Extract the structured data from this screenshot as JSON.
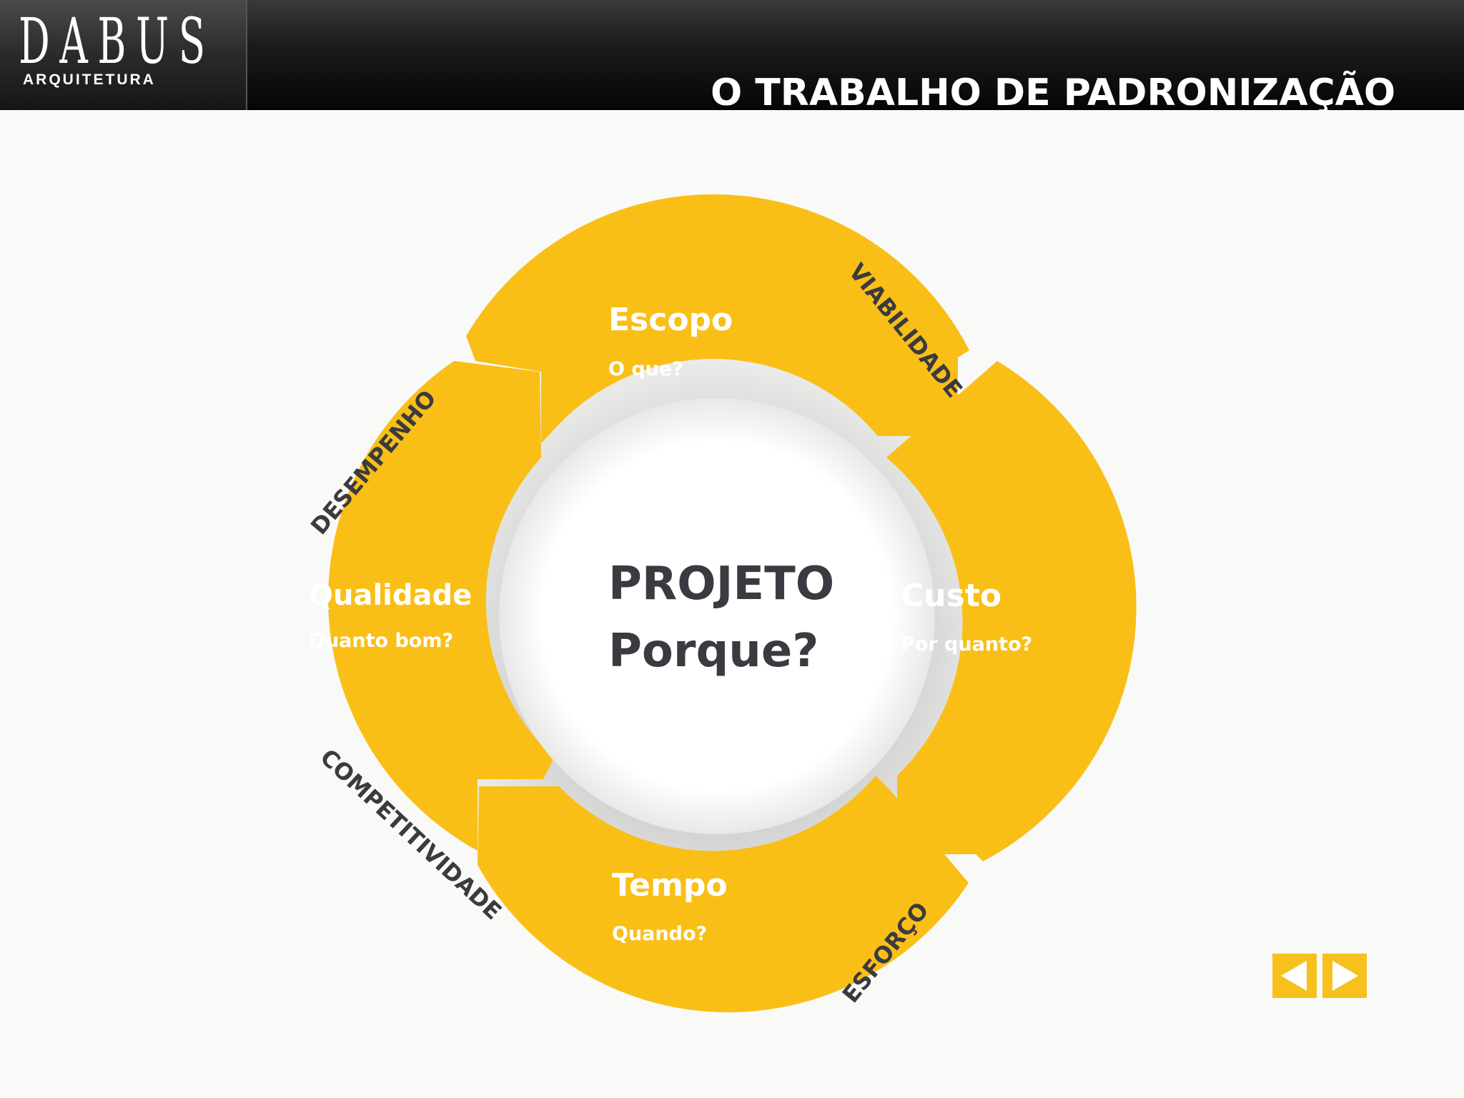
{
  "brand": {
    "name": "DABUS",
    "tagline": "ARQUITETURA"
  },
  "header": {
    "title": "O TRABALHO DE PADRONIZAÇÃO"
  },
  "diagram": {
    "center": {
      "line1": "PROJETO",
      "line2": "Porque?"
    },
    "segments": [
      {
        "title": "Escopo",
        "question": "O que?"
      },
      {
        "title": "Custo",
        "question": "Por quanto?"
      },
      {
        "title": "Tempo",
        "question": "Quando?"
      },
      {
        "title": "Qualidade",
        "question": "Quanto bom?"
      }
    ],
    "outer_labels": {
      "top_right": "VIABILIDADE",
      "bottom_right": "ESFORÇO",
      "bottom_left": "COMPETITIVIDADE",
      "top_left": "DESEMPENHO"
    }
  },
  "navigation": {
    "prev_icon": "arrow-left-icon",
    "next_icon": "arrow-right-icon"
  },
  "colors": {
    "accent": "#f7c01c",
    "text_dark": "#3a3a40",
    "text_light": "#ffffff"
  }
}
